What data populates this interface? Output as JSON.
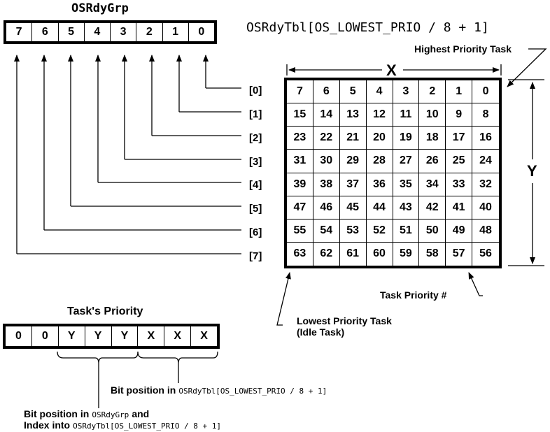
{
  "osrdygrp": {
    "title": "OSRdyGrp",
    "bits": [
      "7",
      "6",
      "5",
      "4",
      "3",
      "2",
      "1",
      "0"
    ]
  },
  "osrdytbl": {
    "title": "OSRdyTbl[OS_LOWEST_PRIO / 8 + 1]",
    "row_labels": [
      "[0]",
      "[1]",
      "[2]",
      "[3]",
      "[4]",
      "[5]",
      "[6]",
      "[7]"
    ],
    "rows": [
      [
        "7",
        "6",
        "5",
        "4",
        "3",
        "2",
        "1",
        "0"
      ],
      [
        "15",
        "14",
        "13",
        "12",
        "11",
        "10",
        "9",
        "8"
      ],
      [
        "23",
        "22",
        "21",
        "20",
        "19",
        "18",
        "17",
        "16"
      ],
      [
        "31",
        "30",
        "29",
        "28",
        "27",
        "26",
        "25",
        "24"
      ],
      [
        "39",
        "38",
        "37",
        "36",
        "35",
        "34",
        "33",
        "32"
      ],
      [
        "47",
        "46",
        "45",
        "44",
        "43",
        "42",
        "41",
        "40"
      ],
      [
        "55",
        "54",
        "53",
        "52",
        "51",
        "50",
        "49",
        "48"
      ],
      [
        "63",
        "62",
        "61",
        "60",
        "59",
        "58",
        "57",
        "56"
      ]
    ]
  },
  "annotations": {
    "highest": "Highest Priority Task",
    "x": "X",
    "y": "Y",
    "task_priority": "Task Priority #",
    "lowest_line1": "Lowest Priority Task",
    "lowest_line2": "(Idle Task)"
  },
  "task_priority": {
    "title": "Task's Priority",
    "bits": [
      "0",
      "0",
      "Y",
      "Y",
      "Y",
      "X",
      "X",
      "X"
    ]
  },
  "captions": {
    "bitpos_in": "Bit position in",
    "tbl_ref": "OSRdyTbl[OS_LOWEST_PRIO / 8 + 1]",
    "bitpos_in_grp": "Bit position  in",
    "grp_ref": "OSRdyGrp",
    "and": "and",
    "index_into": "Index into",
    "tbl_ref2": "OSRdyTbl[OS_LOWEST_PRIO / 8 + 1]"
  }
}
